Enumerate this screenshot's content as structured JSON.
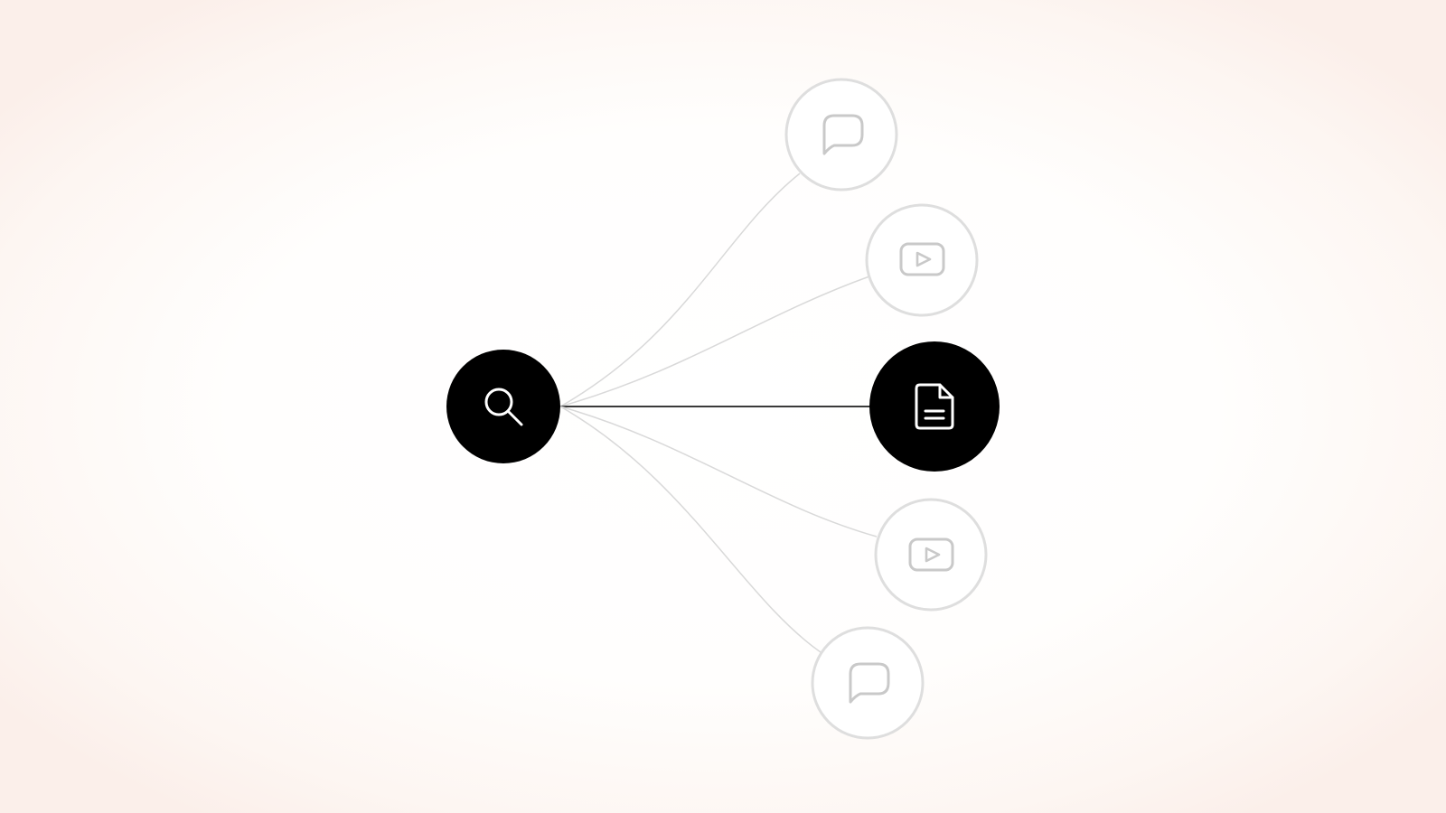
{
  "diagram": {
    "source": {
      "icon": "search-icon",
      "state": "active"
    },
    "targets": [
      {
        "id": "chat-top",
        "icon": "chat-bubble-icon",
        "state": "inactive"
      },
      {
        "id": "video-top",
        "icon": "video-play-icon",
        "state": "inactive"
      },
      {
        "id": "document",
        "icon": "document-icon",
        "state": "active"
      },
      {
        "id": "video-bottom",
        "icon": "video-play-icon",
        "state": "inactive"
      },
      {
        "id": "chat-bottom",
        "icon": "chat-bubble-icon",
        "state": "inactive"
      }
    ]
  },
  "colors": {
    "active_fill": "#000000",
    "active_icon": "#ffffff",
    "inactive_stroke": "#dedede",
    "inactive_icon": "#c9c9c9",
    "inactive_link": "#d9d9d9",
    "active_link": "#3a3a3a",
    "background_center": "#ffffff",
    "background_edge": "#fbefea"
  }
}
